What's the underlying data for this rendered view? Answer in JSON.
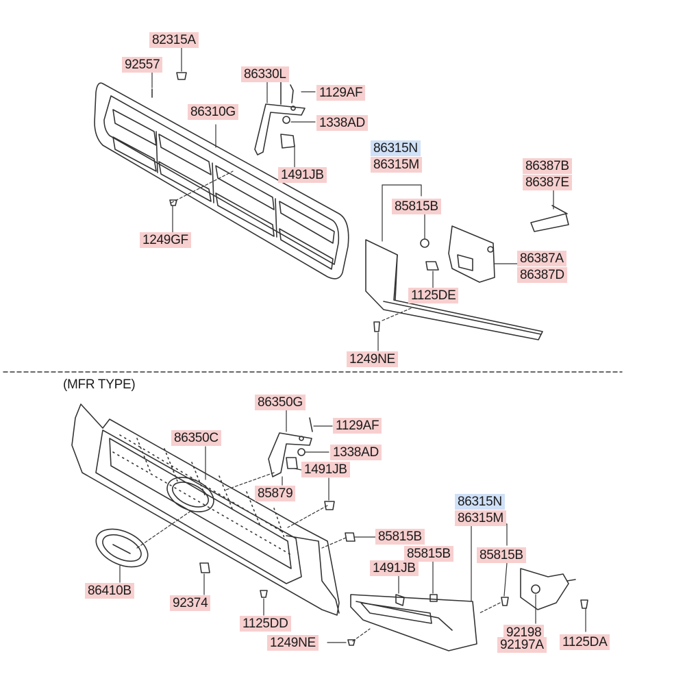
{
  "top_section": {
    "labels": [
      "82315A",
      "92557",
      "86330L",
      "1129AF",
      "86310G",
      "1338AD",
      "1491JB",
      "1249GF",
      "86315N",
      "86315M",
      "85815B",
      "86387B",
      "86387E",
      "86387A",
      "86387D",
      "1125DE",
      "1249NE"
    ]
  },
  "bottom_section": {
    "variant_note": "(MFR TYPE)",
    "labels": [
      "86350G",
      "1129AF",
      "86350C",
      "1338AD",
      "1491JB",
      "85879",
      "86315N",
      "86315M",
      "85815B",
      "85815B",
      "1491JB",
      "85815B",
      "86410B",
      "92374",
      "1125DD",
      "1249NE",
      "92198",
      "92197A",
      "1125DA"
    ]
  },
  "colors": {
    "label_fill": "#f7cfcf",
    "highlight_fill": "#cfe0f7",
    "line": "#333333"
  }
}
